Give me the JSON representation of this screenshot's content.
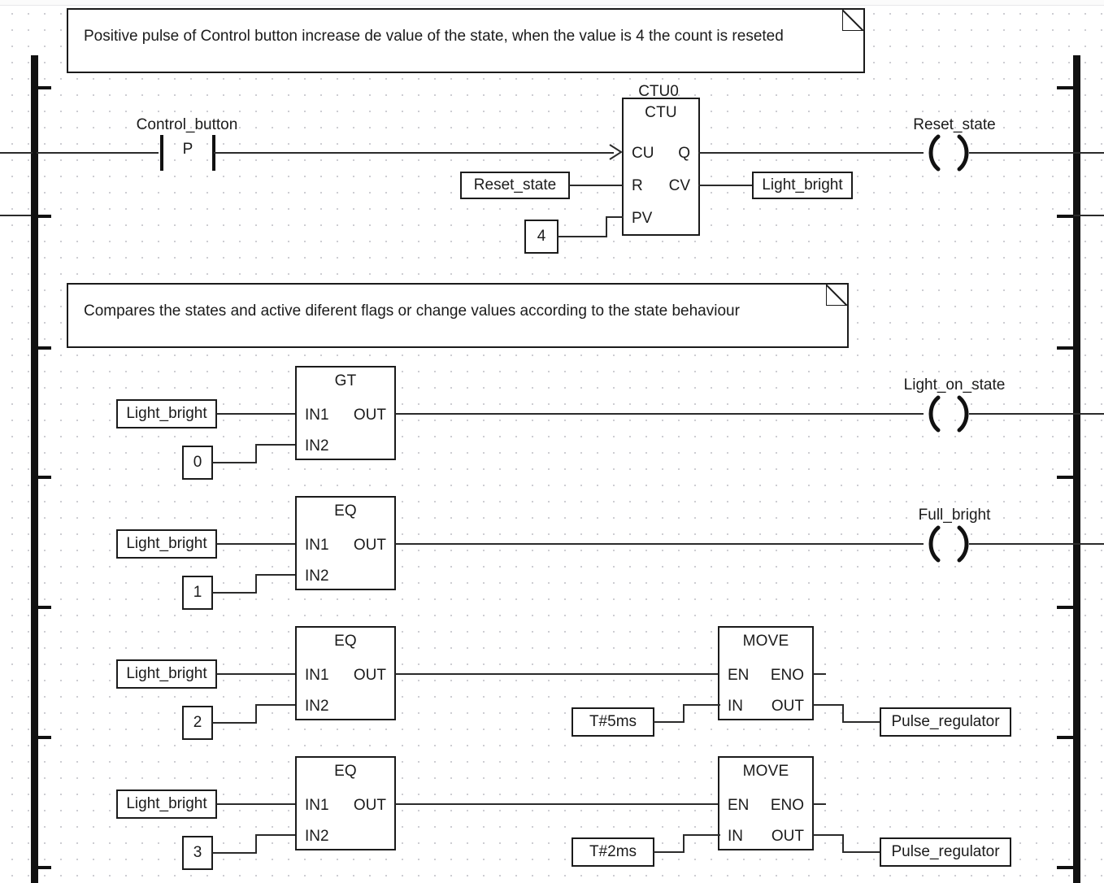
{
  "document": {
    "type": "ladder-diagram",
    "language": "LD",
    "background": "#ffffff",
    "grid_color": "#c9c9cf",
    "line_color": "#1b1b1b"
  },
  "comments": [
    {
      "id": "comment-1",
      "text": "Positive pulse of Control button increase de value of the state, when the value is 4 the count is reseted"
    },
    {
      "id": "comment-2",
      "text": "Compares the states and active diferent flags or change values according to the state behaviour"
    }
  ],
  "rungs": [
    {
      "id": "rung-1",
      "contact": {
        "label": "Control_button",
        "modifier": "P"
      },
      "block": {
        "instance": "CTU0",
        "type": "CTU",
        "inputs": [
          "CU",
          "R",
          "PV"
        ],
        "outputs": [
          "Q",
          "CV"
        ]
      },
      "input_vars": [
        {
          "pin": "R",
          "name": "Reset_state"
        },
        {
          "pin": "PV",
          "name": "4",
          "kind": "constant"
        }
      ],
      "output_vars": [
        {
          "pin": "CV",
          "name": "Light_bright"
        }
      ],
      "coil": {
        "label": "Reset_state"
      }
    },
    {
      "id": "rung-2",
      "block": {
        "type": "GT",
        "inputs": [
          "IN1",
          "IN2"
        ],
        "outputs": [
          "OUT"
        ]
      },
      "in1": "Light_bright",
      "in2": "0",
      "coil": {
        "label": "Light_on_state"
      }
    },
    {
      "id": "rung-3",
      "block": {
        "type": "EQ",
        "inputs": [
          "IN1",
          "IN2"
        ],
        "outputs": [
          "OUT"
        ]
      },
      "in1": "Light_bright",
      "in2": "1",
      "coil": {
        "label": "Full_bright"
      }
    },
    {
      "id": "rung-4",
      "block": {
        "type": "EQ",
        "inputs": [
          "IN1",
          "IN2"
        ],
        "outputs": [
          "OUT"
        ]
      },
      "in1": "Light_bright",
      "in2": "2",
      "move": {
        "type": "MOVE",
        "inputs": [
          "EN",
          "IN"
        ],
        "outputs": [
          "ENO",
          "OUT"
        ],
        "in_value": "T#5ms",
        "out_var": "Pulse_regulator"
      }
    },
    {
      "id": "rung-5",
      "block": {
        "type": "EQ",
        "inputs": [
          "IN1",
          "IN2"
        ],
        "outputs": [
          "OUT"
        ]
      },
      "in1": "Light_bright",
      "in2": "3",
      "move": {
        "type": "MOVE",
        "inputs": [
          "EN",
          "IN"
        ],
        "outputs": [
          "ENO",
          "OUT"
        ],
        "in_value": "T#2ms",
        "out_var": "Pulse_regulator"
      }
    }
  ]
}
